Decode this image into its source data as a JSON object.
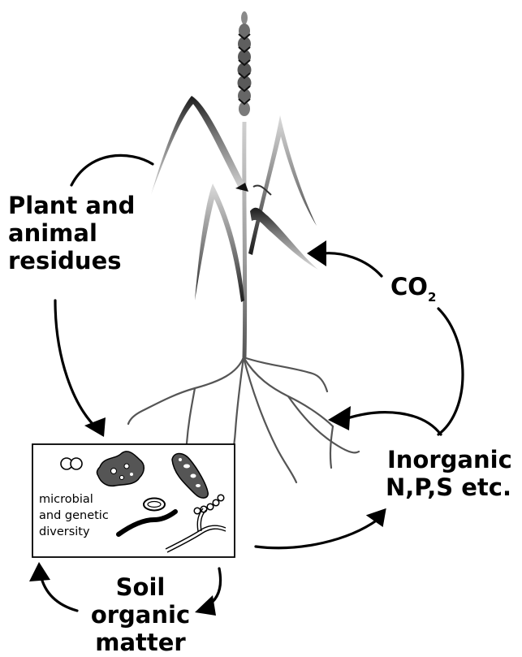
{
  "labels": {
    "plant_residues": [
      "Plant and",
      "animal",
      "residues"
    ],
    "co2": {
      "main": "CO",
      "sub": "2"
    },
    "inorganic": [
      "Inorganic",
      "N,P,S etc."
    ],
    "soil_organic_matter": [
      "Soil",
      "organic",
      "matter"
    ],
    "microbial_box": [
      "microbial",
      "and genetic",
      "diversity"
    ]
  },
  "icons": [
    "wheat-plant-icon",
    "grain-head-icon",
    "root-system-icon",
    "spore-pair-icon",
    "amoeba-icon",
    "protozoan-icon",
    "ring-cell-icon",
    "bacteria-chain-icon",
    "worm-filament-icon",
    "fungal-hyphae-icon"
  ],
  "colors": {
    "ink": "#000000",
    "background": "#ffffff",
    "leaf_gradient": [
      "#1e1e1e",
      "#d8d8d8"
    ]
  }
}
